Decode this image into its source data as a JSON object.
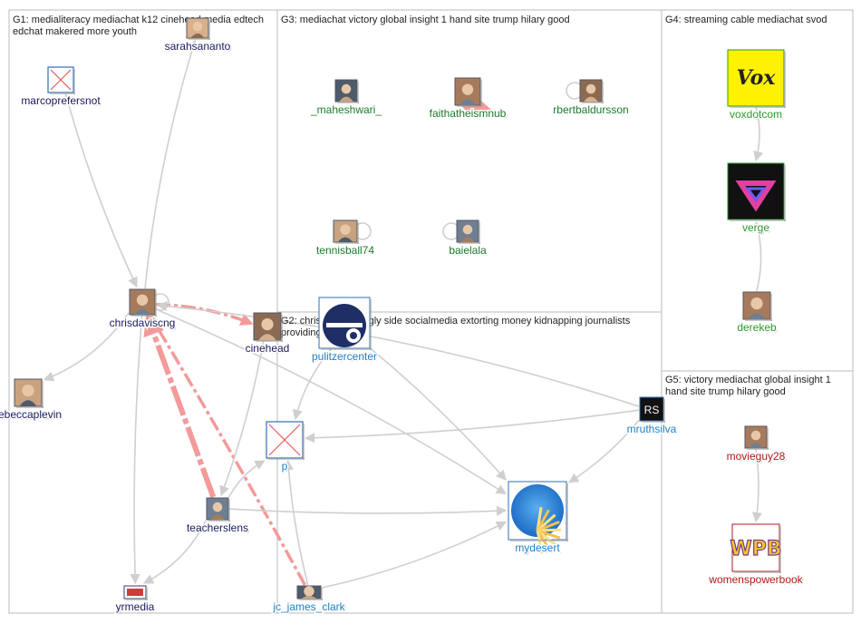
{
  "panels": [
    {
      "id": "G1",
      "title_lines": [
        "G1: medialiteracy mediachat k12 cinehead media edtech",
        "edchat makered more youth"
      ]
    },
    {
      "id": "G2",
      "title_lines": [
        "G2: chrisdaviscng ugly side socialmedia extorting money kidnapping journalists",
        "providing continued"
      ]
    },
    {
      "id": "G3",
      "title_lines": [
        "G3: mediachat victory global insight 1 hand site trump hilary good"
      ]
    },
    {
      "id": "G4",
      "title_lines": [
        "G4: streaming cable mediachat svod"
      ]
    },
    {
      "id": "G5",
      "title_lines": [
        "G5: victory mediachat global insight 1",
        "hand site trump hilary good"
      ]
    }
  ],
  "colors": {
    "g1_label": "#1a1a5e",
    "g2_label": "#1d7fc4",
    "g3_label": "#1c7a2a",
    "g4_label": "#2a9a2a",
    "g5_label": "#b01818",
    "edge": "#cfcfcf",
    "edge_highlight": "#f39a9a",
    "panel_border": "#bbbbbb"
  },
  "nodes": [
    {
      "id": "sarahsananto",
      "label": "sarahsananto",
      "group": "G1",
      "icon": "profile-photo"
    },
    {
      "id": "marcoprefersnot",
      "label": "marcoprefersnot",
      "group": "G1",
      "icon": "broken-image"
    },
    {
      "id": "chrisdaviscng",
      "label": "chrisdaviscng",
      "group": "G1",
      "icon": "profile-photo"
    },
    {
      "id": "cinehead",
      "label": "cinehead",
      "group": "G1",
      "icon": "profile-photo"
    },
    {
      "id": "rebeccaplevin",
      "label": "rebeccaplevin",
      "group": "G1",
      "icon": "profile-photo"
    },
    {
      "id": "teacherslens",
      "label": "teacherslens",
      "group": "G1",
      "icon": "profile-photo"
    },
    {
      "id": "yrmedia",
      "label": "yrmedia",
      "group": "G1",
      "icon": "logo"
    },
    {
      "id": "maheshwari",
      "label": "_maheshwari_",
      "group": "G3",
      "icon": "profile-photo"
    },
    {
      "id": "faithatheismnub",
      "label": "faithatheismnub",
      "group": "G3",
      "icon": "profile-photo"
    },
    {
      "id": "rbertbaldursson",
      "label": "rbertbaldursson",
      "group": "G3",
      "icon": "profile-photo"
    },
    {
      "id": "tennisball74",
      "label": "tennisball74",
      "group": "G3",
      "icon": "profile-photo"
    },
    {
      "id": "baielala",
      "label": "baielala",
      "group": "G3",
      "icon": "profile-photo"
    },
    {
      "id": "voxdotcom",
      "label": "voxdotcom",
      "group": "G4",
      "icon": "vox-logo",
      "logo_text": "Vox"
    },
    {
      "id": "verge",
      "label": "verge",
      "group": "G4",
      "icon": "verge-logo"
    },
    {
      "id": "derekeb",
      "label": "derekeb",
      "group": "G4",
      "icon": "profile-photo"
    },
    {
      "id": "pulitzercenter",
      "label": "pulitzercenter",
      "group": "G2",
      "icon": "pulitzer-logo"
    },
    {
      "id": "p",
      "label": "p",
      "group": "G2",
      "icon": "broken-image"
    },
    {
      "id": "mruthsilva",
      "label": "mruthsilva",
      "group": "G2",
      "icon": "rs-logo",
      "logo_text": "RS"
    },
    {
      "id": "mydesert",
      "label": "mydesert",
      "group": "G2",
      "icon": "sunburst-logo"
    },
    {
      "id": "jc_james_clark",
      "label": "jc_james_clark",
      "group": "G2",
      "icon": "profile-photo"
    },
    {
      "id": "movieguy28",
      "label": "movieguy28",
      "group": "G5",
      "icon": "profile-photo"
    },
    {
      "id": "womenspowerbook",
      "label": "womenspowerbook",
      "group": "G5",
      "icon": "wpb-logo",
      "logo_text": "WPB"
    }
  ],
  "edges": [
    {
      "from": "chrisdaviscng",
      "to": "cinehead",
      "style": "highlight-dashed"
    },
    {
      "from": "teacherslens",
      "to": "chrisdaviscng",
      "style": "highlight-thick"
    },
    {
      "from": "jc_james_clark",
      "to": "chrisdaviscng",
      "style": "highlight-dashed"
    },
    {
      "from": "faithatheismnub",
      "to": "faithatheismnub",
      "style": "highlight-self"
    },
    {
      "from": "womenspowerbook",
      "to": "womenspowerbook",
      "style": "highlight-self"
    },
    {
      "from": "chrisdaviscng",
      "to": "sarahsananto",
      "style": "normal"
    },
    {
      "from": "marcoprefersnot",
      "to": "chrisdaviscng",
      "style": "normal"
    },
    {
      "from": "chrisdaviscng",
      "to": "rebeccaplevin",
      "style": "normal"
    },
    {
      "from": "chrisdaviscng",
      "to": "yrmedia",
      "style": "normal"
    },
    {
      "from": "chrisdaviscng",
      "to": "mydesert",
      "style": "normal"
    },
    {
      "from": "mruthsilva",
      "to": "chrisdaviscng",
      "style": "normal"
    },
    {
      "from": "teacherslens",
      "to": "yrmedia",
      "style": "normal"
    },
    {
      "from": "teacherslens",
      "to": "p",
      "style": "normal"
    },
    {
      "from": "teacherslens",
      "to": "mydesert",
      "style": "normal"
    },
    {
      "from": "cinehead",
      "to": "teacherslens",
      "style": "normal"
    },
    {
      "from": "pulitzercenter",
      "to": "p",
      "style": "normal"
    },
    {
      "from": "pulitzercenter",
      "to": "mydesert",
      "style": "normal"
    },
    {
      "from": "mruthsilva",
      "to": "p",
      "style": "normal"
    },
    {
      "from": "mruthsilva",
      "to": "mydesert",
      "style": "normal"
    },
    {
      "from": "jc_james_clark",
      "to": "mydesert",
      "style": "normal"
    },
    {
      "from": "jc_james_clark",
      "to": "p",
      "style": "normal"
    },
    {
      "from": "voxdotcom",
      "to": "verge",
      "style": "normal"
    },
    {
      "from": "derekeb",
      "to": "verge",
      "style": "normal"
    },
    {
      "from": "movieguy28",
      "to": "womenspowerbook",
      "style": "normal"
    },
    {
      "from": "chrisdaviscng",
      "to": "chrisdaviscng",
      "style": "self"
    },
    {
      "from": "rbertbaldursson",
      "to": "rbertbaldursson",
      "style": "self"
    },
    {
      "from": "tennisball74",
      "to": "tennisball74",
      "style": "self"
    },
    {
      "from": "baielala",
      "to": "baielala",
      "style": "self"
    }
  ]
}
